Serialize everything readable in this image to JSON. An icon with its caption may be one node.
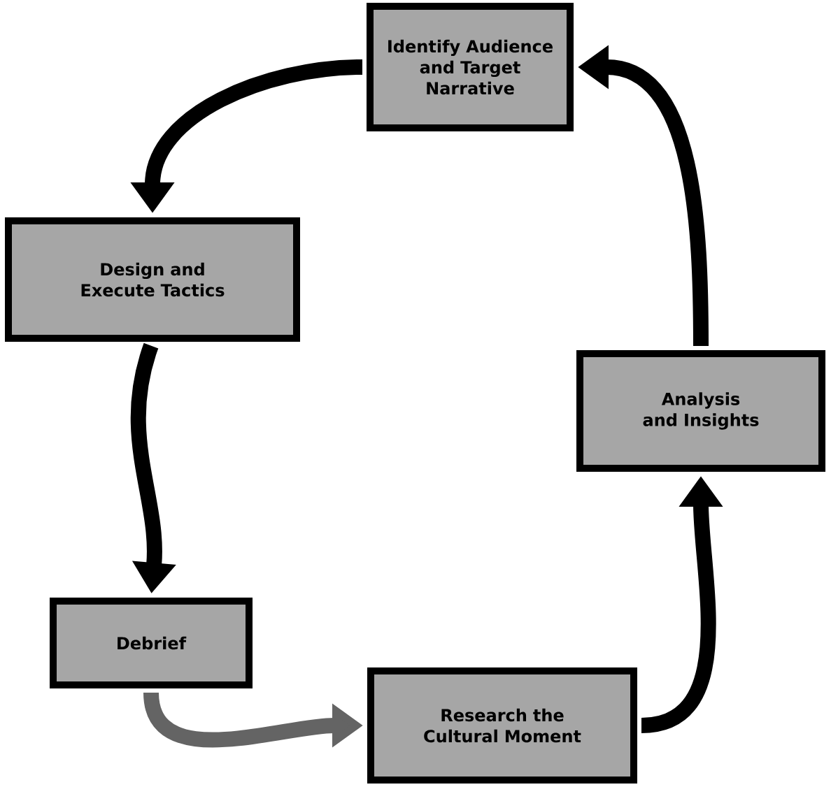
{
  "diagram": {
    "nodes": [
      {
        "text": [
          "Identify Audience and Target Narrative"
        ]
      },
      {
        "text": [
          "Design and Execute Tactics"
        ]
      },
      {
        "text": [
          "Analysis and Insights"
        ]
      },
      {
        "text": [
          "Debrief"
        ]
      },
      {
        "text": [
          "Research the Cultural Moment"
        ]
      }
    ],
    "edges": [
      {
        "from": 0,
        "to": 1,
        "arrow": "to"
      },
      {
        "from": 1,
        "to": 3,
        "arrow": "to"
      },
      {
        "from": 3,
        "to": 4,
        "arrow": "to",
        "color": "#646464"
      },
      {
        "from": 4,
        "to": 2,
        "arrow": "to"
      },
      {
        "from": 2,
        "to": 0,
        "arrow": "to"
      }
    ]
  }
}
